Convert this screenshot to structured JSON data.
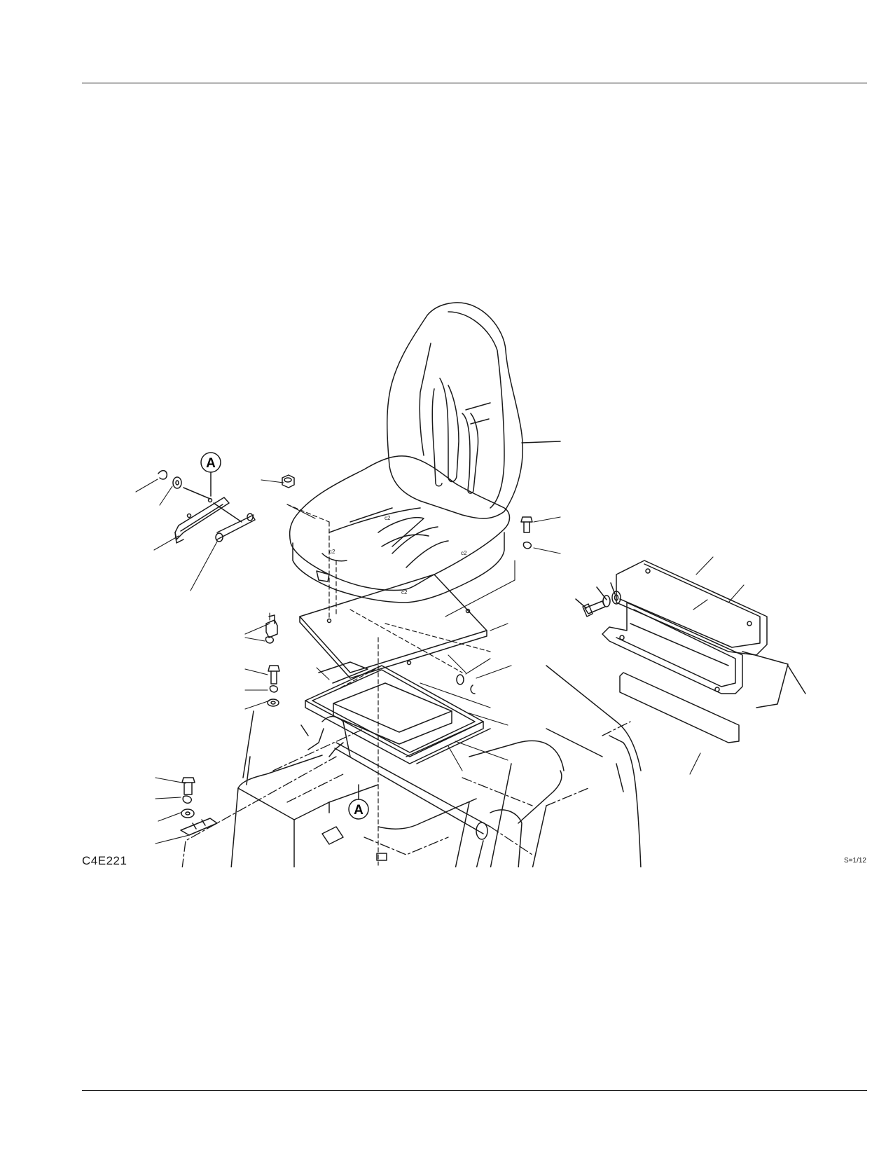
{
  "figure": {
    "code": "C4E221",
    "scale": "S=1/12",
    "callouts": [
      "A",
      "A"
    ],
    "part_labels": [
      "c2",
      "c2",
      "c2",
      "c2"
    ]
  }
}
